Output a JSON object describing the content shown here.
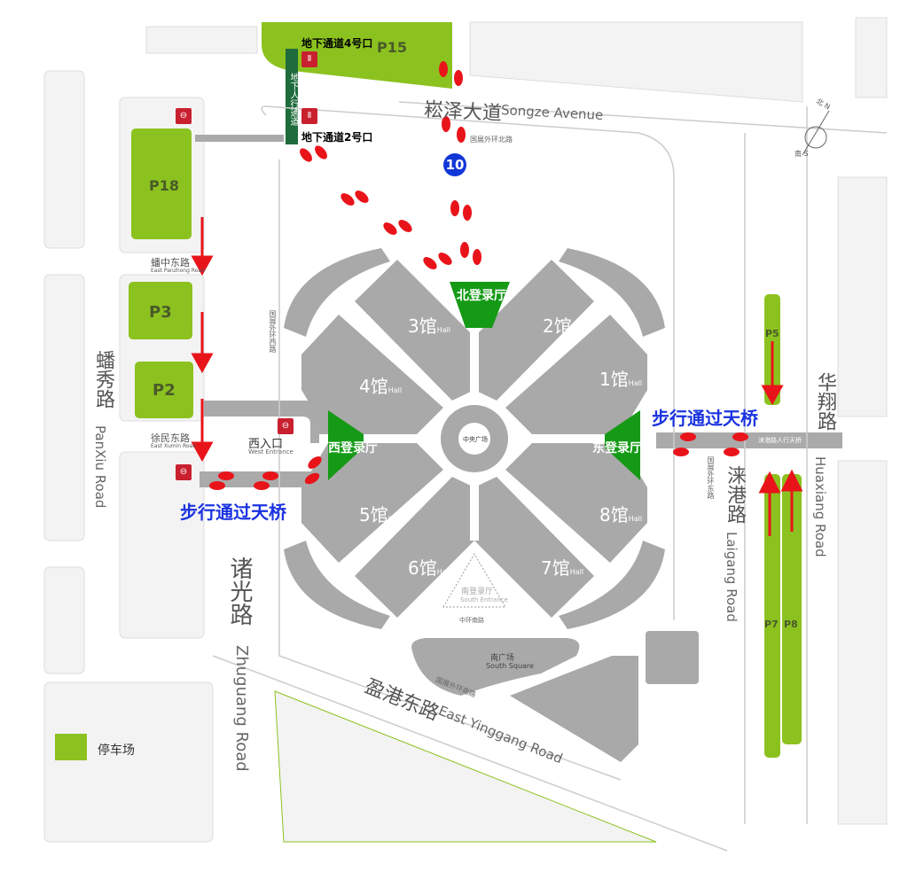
{
  "roads": {
    "songze_cn": "崧泽大道",
    "songze_en": "Songze Avenue",
    "panxiu_cn": "蟠秀路",
    "panxiu_en": "PanXiu Road",
    "zhuguang_cn": "诸光路",
    "zhuguang_en": "Zhuguang Road",
    "yinggang_cn": "盈港东路",
    "yinggang_en": "East Yinggang Road",
    "laigang_cn": "涞港路",
    "laigang_en": "Laigang Road",
    "huaxiang_cn": "华翔路",
    "huaxiang_en": "Huaxiang Road",
    "panzhong": "蟠中东路",
    "panzhong_en": "East Panzhong Road",
    "xumin": "徐民东路",
    "xumin_en": "East Xumin Road",
    "north_ring": "国展外环北路",
    "south_ring": "国展外环南路",
    "west_ring": "国展外环西路",
    "east_ring": "国展外环东路",
    "south_middle_ring": "中环南路",
    "laigang_bridge": "涞港路人行天桥"
  },
  "parking": {
    "p15": "P15",
    "p18": "P18",
    "p3": "P3",
    "p2": "P2",
    "p5": "P5",
    "p7": "P7",
    "p8": "P8"
  },
  "halls": [
    {
      "num": "3馆",
      "en": "Hall"
    },
    {
      "num": "2馆",
      "en": "Hall"
    },
    {
      "num": "4馆",
      "en": "Hall"
    },
    {
      "num": "1馆",
      "en": "Hall"
    },
    {
      "num": "5馆",
      "en": "Hall"
    },
    {
      "num": "8馆",
      "en": "Hall"
    },
    {
      "num": "6馆",
      "en": "Hall"
    },
    {
      "num": "7馆",
      "en": "Hall"
    }
  ],
  "registration": {
    "north": "北登录厅",
    "west": "西登录厅",
    "east": "东登录厅",
    "south": "南登录厅",
    "south_en": "South Entrance"
  },
  "central_square": "中央广场",
  "south_square": {
    "cn": "南广场",
    "en": "South Square"
  },
  "west_entrance": {
    "cn": "西入口",
    "en": "West Entrance"
  },
  "underground": {
    "exit4": "地下通道4号口",
    "exit2": "地下通道2号口",
    "passage": "地下人行通道"
  },
  "walk_bridge": "步行通过天桥",
  "bus_stop": "10",
  "compass": {
    "north": "北 N",
    "south": "南 S"
  },
  "legend": {
    "parking": "停车场"
  },
  "colors": {
    "parking": "#8cc21f",
    "registration": "#159a16",
    "hall": "#a9a9a9",
    "arrow": "#e8141a",
    "bridge_text": "#1a33e0"
  }
}
